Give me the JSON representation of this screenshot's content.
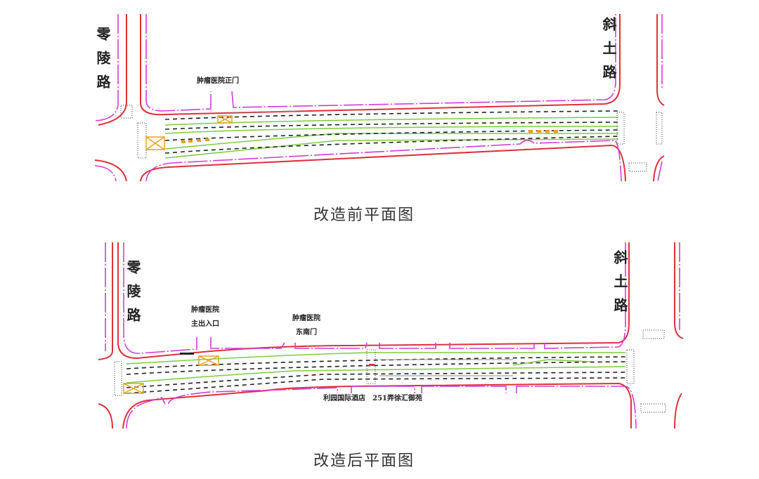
{
  "before_plan": {
    "caption": "改造前平面图",
    "road_west": "零陵路",
    "road_east": "斜土路",
    "labels": {
      "hospital_main_gate": "肿瘤医院正门"
    }
  },
  "after_plan": {
    "caption": "改造后平面图",
    "road_west": "零陵路",
    "road_east": "斜土路",
    "labels": {
      "hospital_main_entrance_1": "肿瘤医院",
      "hospital_main_entrance_2": "主出入口",
      "hospital_southeast_gate_1": "肿瘤医院",
      "hospital_southeast_gate_2": "东南门",
      "hotel": "利园国际酒店",
      "residence": "251弄徐汇御苑"
    }
  },
  "colors": {
    "curb": "#e0303a",
    "sidewalk": "#d23cdc",
    "lane_divider": "#7ccd3a",
    "marking": "#e8a020"
  }
}
